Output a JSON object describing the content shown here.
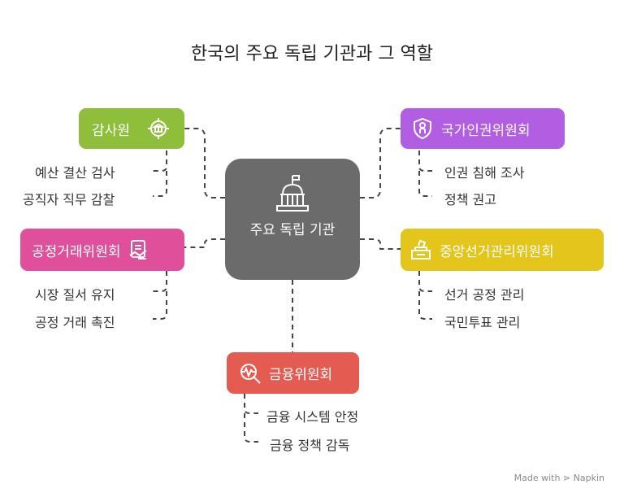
{
  "title": "한국의 주요 독립 기관과 그 역할",
  "center": {
    "label": "주요 독립 기관",
    "icon": "capitol-building-icon"
  },
  "nodes": [
    {
      "id": "audit",
      "label": "감사원",
      "icon": "bank-target-icon",
      "color": "#8fbe3a",
      "items": [
        "예산 결산 검사",
        "공직자 직무 감찰"
      ]
    },
    {
      "id": "human-rights",
      "label": "국가인권위원회",
      "icon": "shield-person-icon",
      "color": "#b15ee3",
      "items": [
        "인권 침해 조사",
        "정책 권고"
      ]
    },
    {
      "id": "fair-trade",
      "label": "공정거래위원회",
      "icon": "handshake-document-icon",
      "color": "#e0509a",
      "items": [
        "시장 질서 유지",
        "공정 거래 촉진"
      ]
    },
    {
      "id": "election",
      "label": "중앙선거관리위원회",
      "icon": "ballot-box-icon",
      "color": "#e3c51b",
      "items": [
        "선거 공정 관리",
        "국민투표 관리"
      ]
    },
    {
      "id": "financial",
      "label": "금융위원회",
      "icon": "pulse-magnifier-icon",
      "color": "#e45b52",
      "items": [
        "금융 시스템 안정",
        "금융 정책 감독"
      ]
    }
  ],
  "branding": "Made with ⋗ Napkin"
}
